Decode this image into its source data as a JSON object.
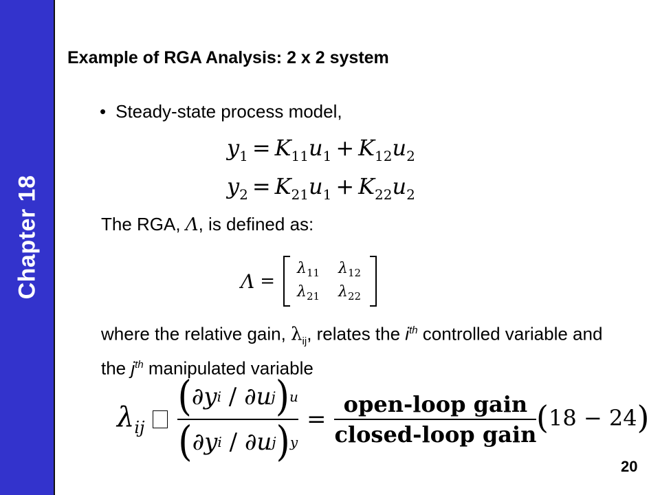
{
  "sidebar": {
    "label": "Chapter 18",
    "color": "#3333cc"
  },
  "title": "Example of RGA Analysis: 2 x 2 system",
  "bullet": {
    "symbol": "•",
    "text": "Steady-state process model,"
  },
  "equations": {
    "eq1": {
      "lhs": "y",
      "lhs_sub": "1",
      "k1": "K",
      "k1_sub": "11",
      "u1": "u",
      "u1_sub": "1",
      "k2": "K",
      "k2_sub": "12",
      "u2": "u",
      "u2_sub": "2"
    },
    "eq2": {
      "lhs": "y",
      "lhs_sub": "2",
      "k1": "K",
      "k1_sub": "21",
      "u1": "u",
      "u1_sub": "1",
      "k2": "K",
      "k2_sub": "22",
      "u2": "u",
      "u2_sub": "2"
    }
  },
  "rga_text": {
    "before": "The RGA, ",
    "symbol": "Λ",
    "after": ", is defined as:"
  },
  "matrix": {
    "lhs": "Λ",
    "cells": [
      {
        "sym": "λ",
        "sub": "11"
      },
      {
        "sym": "λ",
        "sub": "12"
      },
      {
        "sym": "λ",
        "sub": "21"
      },
      {
        "sym": "λ",
        "sub": "22"
      }
    ]
  },
  "paragraph": {
    "p1": "where the relative gain, ",
    "lam": "λ",
    "lam_sub": "ij",
    "p2": ", relates the ",
    "i": "i",
    "th1": "th",
    "p3": " controlled variable and the ",
    "j": "j",
    "th2": "th",
    "p4": " manipulated variable"
  },
  "formula": {
    "lam": "λ",
    "lam_sub": "ij",
    "num_sub": "u",
    "den_sub": "y",
    "word_num": "open-loop gain",
    "word_den": "closed-loop gain",
    "eq_number": "18 − 24"
  },
  "page_number": "20"
}
